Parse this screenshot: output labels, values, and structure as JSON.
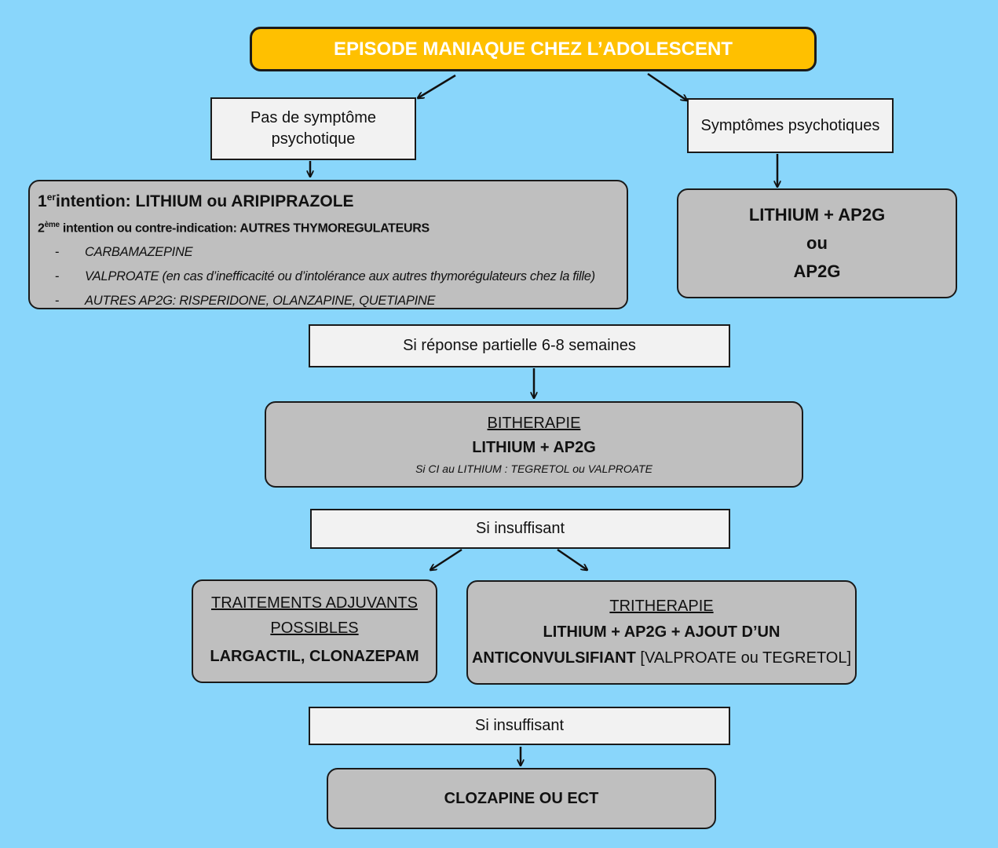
{
  "title": "EPISODE MANIAQUE CHEZ L’ADOLESCENT",
  "left_branch": {
    "label": "Pas de symptôme psychotique",
    "plan": {
      "first_num": "1",
      "first_sup": "er",
      "first_text": "intention:  LITHIUM ou ARIPIPRAZOLE",
      "second_num": "2",
      "second_sup": "ème",
      "second_text": " intention ou contre-indication: AUTRES THYMOREGULATEURS",
      "bullet": "-",
      "items": [
        "CARBAMAZEPINE",
        "VALPROATE (en cas d’inefficacité ou d’intolérance aux autres thymorégulateurs chez la fille)",
        "AUTRES AP2G: RISPERIDONE, OLANZAPINE, QUETIAPINE"
      ]
    }
  },
  "right_branch": {
    "label": "Symptômes psychotiques",
    "treatment": {
      "line1": "LITHIUM + AP2G",
      "line2": "ou",
      "line3": "AP2G"
    }
  },
  "partial_response": "Si réponse partielle 6-8 semaines",
  "bitherapie": {
    "heading": "BITHERAPIE",
    "main": "LITHIUM + AP2G",
    "note": "Si CI au LITHIUM : TEGRETOL ou VALPROATE"
  },
  "insufficient_1": "Si insuffisant",
  "adjuvants": {
    "heading_line1": "TRAITEMENTS ADJUVANTS",
    "heading_line2": "POSSIBLES",
    "drugs": "LARGACTIL, CLONAZEPAM"
  },
  "tritherapie": {
    "heading": "TRITHERAPIE",
    "line1": "LITHIUM + AP2G + AJOUT D’UN",
    "line2_bold": "ANTICONVULSIFIANT",
    "line2_rest": " [VALPROATE ou TEGRETOL]"
  },
  "insufficient_2": "Si insuffisant",
  "final": "CLOZAPINE OU ECT",
  "colors": {
    "background": "#89d6fb",
    "title_fill": "#ffc000",
    "rounded_box_fill": "#bfbfbf",
    "rect_box_fill": "#f2f2f2"
  }
}
